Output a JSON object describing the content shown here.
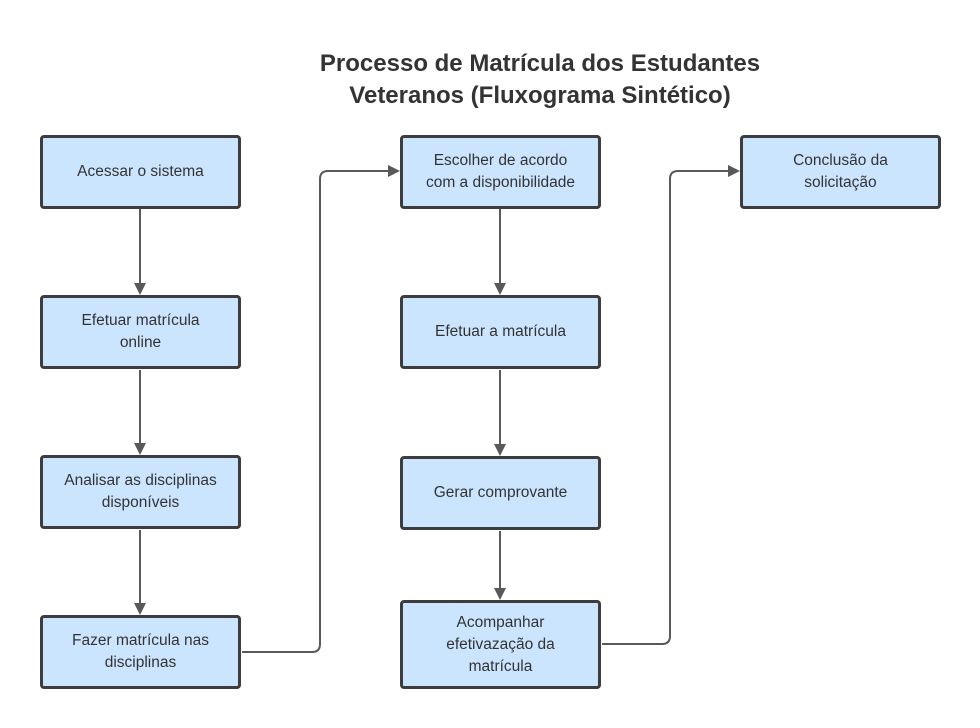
{
  "title": {
    "line1": "Processo de Matrícula dos Estudantes",
    "line2": "Veteranos (Fluxograma Sintético)"
  },
  "nodes": {
    "acessar": "Acessar o sistema",
    "efetuar_online": "Efetuar  matrícula\nonline",
    "analisar": "Analisar as disciplinas\ndisponíveis",
    "fazer": "Fazer matrícula nas\ndisciplinas",
    "escolher": "Escolher de acordo\ncom a disponibilidade",
    "efetuar": "Efetuar a matrícula",
    "gerar": "Gerar comprovante",
    "acompanhar": "Acompanhar\nefetivazação da\nmatrícula",
    "conclusao": "Conclusão da\nsolicitação"
  },
  "colors": {
    "node_fill": "#cce5ff",
    "node_border": "#3d3d3d",
    "connector": "#595959",
    "text": "#333333"
  }
}
